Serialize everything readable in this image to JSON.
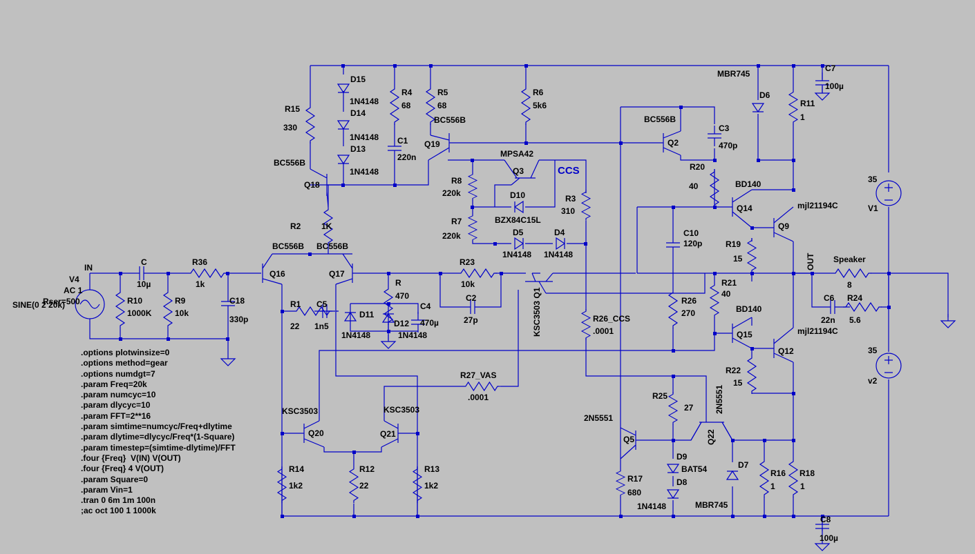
{
  "labels": {
    "in": "IN",
    "out": "OUT",
    "ccs": "CCS",
    "v4": "V4",
    "v4_ac": "AC 1",
    "v4_rser": "Rser=500",
    "v4_sine": "SINE(0 2 20k)",
    "c_in": "C",
    "c_in_val": "10µ",
    "r36": "R36",
    "r36_val": "1k",
    "r10": "R10",
    "r10_val": "1000K",
    "r9": "R9",
    "r9_val": "10k",
    "c18": "C18",
    "c18_val": "330p",
    "r15": "R15",
    "r15_val": "330",
    "d15": "D15",
    "d15_val": "1N4148",
    "d14": "D14",
    "d14_val": "1N4148",
    "d13": "D13",
    "d13_val": "1N4148",
    "r4": "R4",
    "r4_val": "68",
    "c1": "C1",
    "c1_val": "220n",
    "r5": "R5",
    "r5_val": "68",
    "q19": "Q19",
    "q19_val": "BC556B",
    "r6": "R6",
    "r6_val": "5k6",
    "q18": "Q18",
    "q18_val": "BC556B",
    "r2": "R2",
    "r2_val": "1K",
    "q16": "Q16",
    "q16_val": "BC556B",
    "q17": "Q17",
    "q17_val": "BC556B",
    "r1": "R1",
    "r1_val": "22",
    "c5": "C5",
    "c5_val": "1n5",
    "r": "R",
    "r_val": "470",
    "c4": "C4",
    "c4_val": "470µ",
    "d11": "D11",
    "d11_val": "1N4148",
    "d12": "D12",
    "d12_val": "1N4148",
    "r23": "R23",
    "r23_val": "10k",
    "c2": "C2",
    "c2_val": "27p",
    "q3": "Q3",
    "q3_val": "MPSA42",
    "r8": "R8",
    "r8_val": "220k",
    "r7": "R7",
    "r7_val": "220k",
    "d10": "D10",
    "d10_val": "BZX84C15L",
    "d5": "D5",
    "d5_val": "1N4148",
    "d4": "D4",
    "d4_val": "1N4148",
    "r3": "R3",
    "r3_val": "310",
    "q1": "KSC3503 Q1",
    "r26ccs": "R26_CCS",
    "r26ccs_val": ".0001",
    "r27vas": "R27_VAS",
    "r27vas_val": ".0001",
    "q20": "Q20",
    "q20_val": "KSC3503",
    "q21": "Q21",
    "q21_val": "KSC3503",
    "r14": "R14",
    "r14_val": "1k2",
    "r12": "R12",
    "r12_val": "22",
    "r13": "R13",
    "r13_val": "1k2",
    "q2": "Q2",
    "q2_val": "BC556B",
    "c3": "C3",
    "c3_val": "470p",
    "r20": "R20",
    "r20_val": "40",
    "d6": "D6",
    "d6_val": "MBR745",
    "c7": "C7",
    "c7_val": "100µ",
    "r11": "R11",
    "r11_val": "1",
    "q14": "Q14",
    "q14_val": "BD140",
    "q9": "Q9",
    "q9_val": "mjl21194C",
    "c10": "C10",
    "c10_val": "120p",
    "r19": "R19",
    "r19_val": "15",
    "r21": "R21",
    "r21_val": "40",
    "r26": "R26",
    "r26_val": "270",
    "q15": "Q15",
    "q15_val": "BD140",
    "q12": "Q12",
    "q12_val": "mjl21194C",
    "r22": "R22",
    "r22_val": "15",
    "speaker": "Speaker",
    "speaker_val": "8",
    "c6": "C6",
    "c6_val": "22n",
    "r24": "R24",
    "r24_val": "5.6",
    "v1": "V1",
    "v1_val": "35",
    "v2": "v2",
    "v2_val": "35",
    "r25": "R25",
    "r25_val": "27",
    "q5": "Q5",
    "q5_val": "2N5551",
    "q22": "Q22",
    "q22_val": "2N5551",
    "d9": "D9",
    "d9_val": "BAT54",
    "d8": "D8",
    "d8_val": "1N4148",
    "r17": "R17",
    "r17_val": "680",
    "d7": "D7",
    "d7_val": "MBR745",
    "r16": "R16",
    "r16_val": "1",
    "r18": "R18",
    "r18_val": "1",
    "c8": "C8",
    "c8_val": "100µ"
  },
  "directives": [
    ".options plotwinsize=0",
    ".options method=gear",
    ".options numdgt=7",
    ".param Freq=20k",
    ".param numcyc=10",
    ".param dlycyc=10",
    ".param FFT=2**16",
    ".param simtime=numcyc/Freq+dlytime",
    ".param dlytime=dlycyc/Freq*(1-Square)",
    ".param timestep=(simtime-dlytime)/FFT",
    ".four {Freq}  V(IN) V(OUT)",
    ".four {Freq} 4 V(OUT)",
    ".param Square=0",
    ".param Vin=1",
    ".tran 0 6m 1m 100n",
    ";ac oct 100 1 1000k"
  ],
  "colors": {
    "wire": "#0000c8",
    "background": "#c0c0c0",
    "text": "#000000"
  }
}
